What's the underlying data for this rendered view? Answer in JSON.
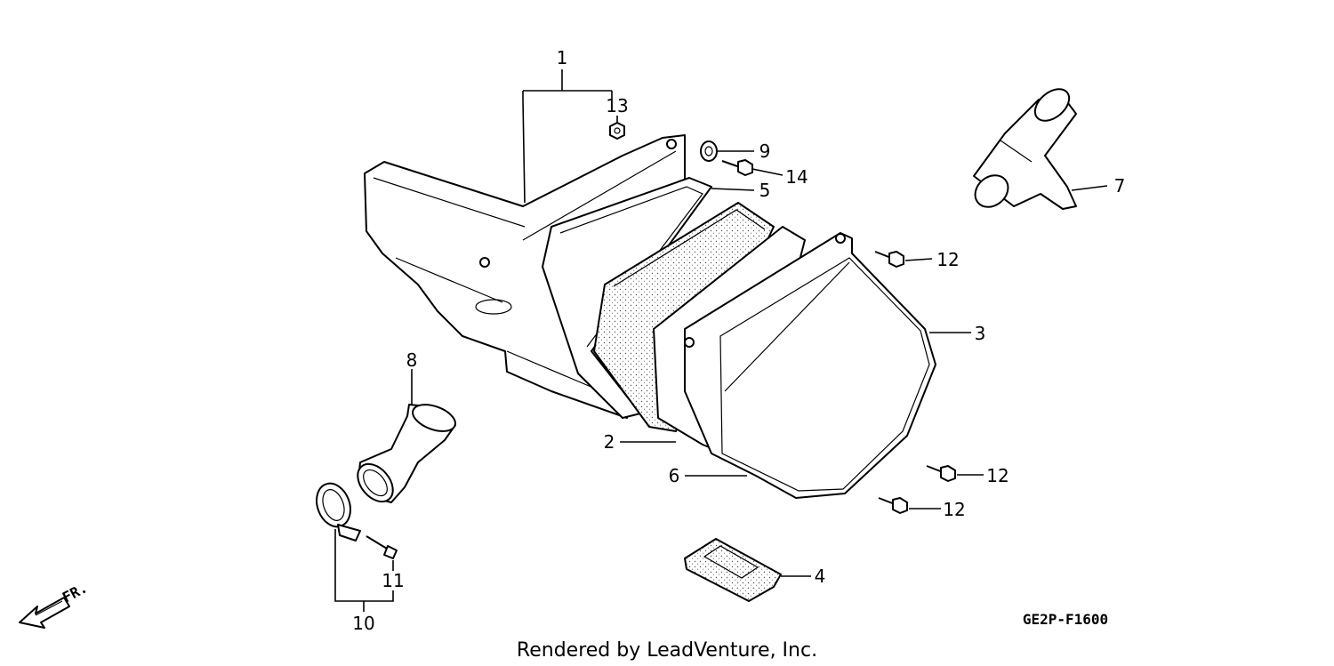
{
  "diagram": {
    "callouts": {
      "c1": "1",
      "c2": "2",
      "c3": "3",
      "c4": "4",
      "c5": "5",
      "c6": "6",
      "c7": "7",
      "c8": "8",
      "c9": "9",
      "c10": "10",
      "c11": "11",
      "c12a": "12",
      "c12b": "12",
      "c12c": "12",
      "c13": "13",
      "c14": "14"
    },
    "direction_label": "FR.",
    "diagram_code": "GE2P-F1600",
    "credit": "Rendered by LeadVenture, Inc."
  }
}
